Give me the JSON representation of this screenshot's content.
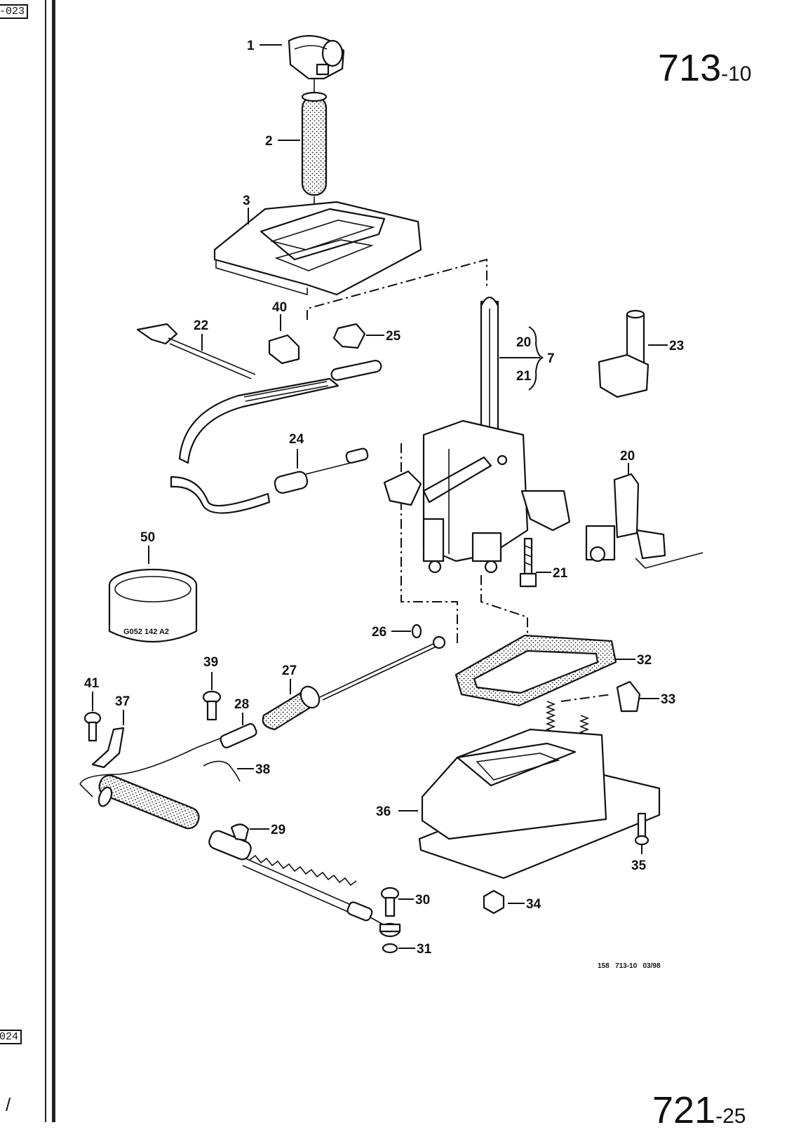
{
  "page": {
    "section_top": "713",
    "section_top_suffix": "-10",
    "section_bottom": "721",
    "section_bottom_suffix": "-25",
    "margin_tag_top": "-023",
    "margin_tag_bottom": "024",
    "footer_code": "158   713-10   03/98",
    "margin_mark": "/"
  },
  "part_labels": [
    "1",
    "2",
    "3",
    "40",
    "22",
    "25",
    "20",
    "21",
    "7",
    "23",
    "24",
    "20",
    "50",
    "21",
    "26",
    "32",
    "39",
    "41",
    "37",
    "28",
    "27",
    "33",
    "38",
    "36",
    "29",
    "35",
    "30",
    "34",
    "31"
  ],
  "stamp_text": "G052 142 A2"
}
